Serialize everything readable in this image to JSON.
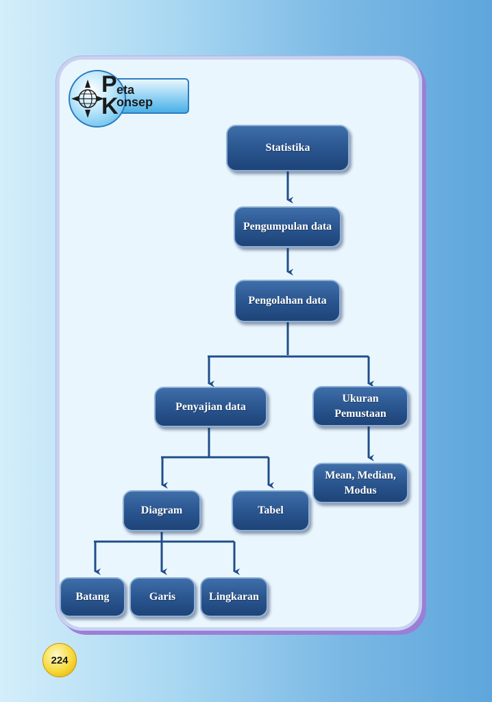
{
  "badge": {
    "big1": "P",
    "rest1": "eta",
    "big2": "K",
    "rest2": "onsep"
  },
  "nodes": {
    "statistika": "Statistika",
    "pengumpulan": "Pengumpulan data",
    "pengolahan": "Pengolahan data",
    "penyajian": "Penyajian data",
    "ukuran_l1": "Ukuran",
    "ukuran_l2": "Pemustaan",
    "mean_l1": "Mean, Median,",
    "mean_l2": "Modus",
    "diagram": "Diagram",
    "tabel": "Tabel",
    "batang": "Batang",
    "garis": "Garis",
    "lingkaran": "Lingkaran"
  },
  "page_number": "224",
  "colors": {
    "node": "#29548e",
    "connector": "#1f4d8a",
    "badge": "#2b7bbf",
    "page_badge": "#f7d93a"
  }
}
